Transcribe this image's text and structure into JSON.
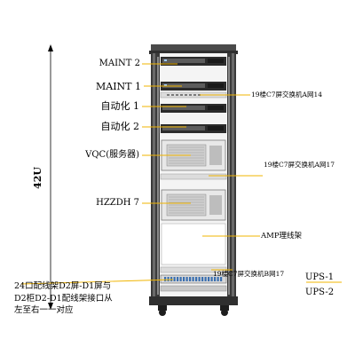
{
  "rack": {
    "height_label": "42U"
  },
  "left_labels": [
    "MAINT 2",
    "MAINT 1",
    "自动化 1",
    "自动化 2",
    "VQC(服务器)",
    "HZZDH 7"
  ],
  "right_labels": {
    "switch_a14": "19楼C7屏交换机A网14",
    "switch_a17": "19楼C7屏交换机A网17",
    "amp": "AMP理线架",
    "switch_b17": "19楼C7屏交换机B网17",
    "ups1": "UPS-1",
    "ups2": "UPS-2"
  },
  "bottom_note": {
    "line1": "24口配线架D2屏-D1屏与",
    "line2": "D2柜D2-D1配线架接口从",
    "line3": "左至右一一对应"
  },
  "colors": {
    "rack_frame": "#3a3a3a",
    "rack_side": "#5a5a5a",
    "leader_line": "#f0b400",
    "dimension_line": "#000000"
  }
}
